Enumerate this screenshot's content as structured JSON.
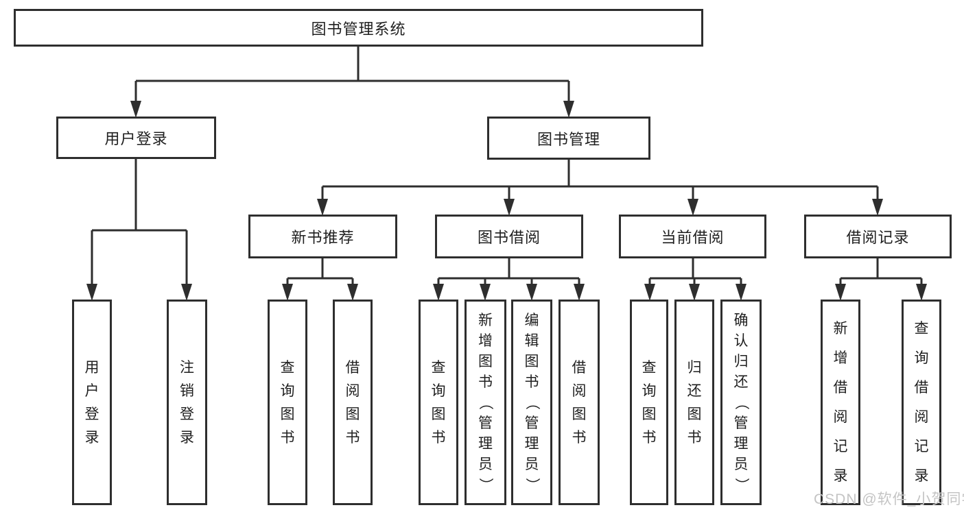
{
  "page": {
    "background": "#ffffff"
  },
  "diagram": {
    "line_color": "#2e2e2e",
    "box_fill": "#ffffff",
    "text_color": "#1f1f1f",
    "root": {
      "label": "图书管理系统"
    },
    "branches": [
      {
        "label": "用户登录"
      },
      {
        "label": "图书管理"
      }
    ],
    "modules": [
      {
        "label": "新书推荐",
        "parent": "图书管理"
      },
      {
        "label": "图书借阅",
        "parent": "图书管理"
      },
      {
        "label": "当前借阅",
        "parent": "图书管理"
      },
      {
        "label": "借阅记录",
        "parent": "图书管理"
      }
    ],
    "leaves": [
      {
        "label": "用户登录",
        "parent": "用户登录"
      },
      {
        "label": "注销登录",
        "parent": "用户登录"
      },
      {
        "label": "查询图书",
        "parent": "新书推荐"
      },
      {
        "label": "借阅图书",
        "parent": "新书推荐"
      },
      {
        "label": "查询图书",
        "parent": "图书借阅"
      },
      {
        "label": "新增图书（管理员）",
        "parent": "图书借阅"
      },
      {
        "label": "编辑图书（管理员）",
        "parent": "图书借阅"
      },
      {
        "label": "借阅图书",
        "parent": "图书借阅"
      },
      {
        "label": "查询图书",
        "parent": "当前借阅"
      },
      {
        "label": "归还图书",
        "parent": "当前借阅"
      },
      {
        "label": "确认归还（管理员）",
        "parent": "当前借阅"
      },
      {
        "label": "新增借阅记录",
        "parent": "借阅记录"
      },
      {
        "label": "查询借阅记录",
        "parent": "借阅记录"
      }
    ]
  },
  "watermark": {
    "text": "CSDN @软件_小贺同学",
    "color": "#c4c4c4"
  }
}
